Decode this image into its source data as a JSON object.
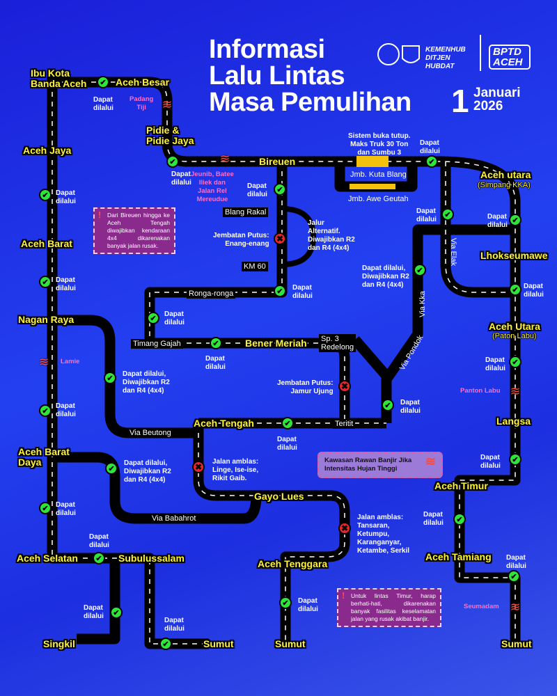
{
  "header": {
    "title_lines": [
      "Informasi",
      "Lalu Lintas",
      "Masa Pemulihan"
    ],
    "date_day": "1",
    "date_month": "Januari",
    "date_year": "2026",
    "org_lines": [
      "KEMENHUB",
      "DITJEN",
      "HUBDAT"
    ],
    "bptd_logo": "BPTD ACEH"
  },
  "places": {
    "banda_aceh": "Ibu Kota\nBanda Aceh",
    "aceh_besar": "Aceh Besar",
    "pidie": "Pidie &\nPidie Jaya",
    "bireuen": "Bireuen",
    "aceh_jaya": "Aceh Jaya",
    "aceh_barat": "Aceh Barat",
    "nagan_raya": "Nagan Raya",
    "abdya": "Aceh Barat\nDaya",
    "aceh_selatan": "Aceh Selatan",
    "subulussalam": "Subulussalam",
    "singkil": "Singkil",
    "sumut1": "Sumut",
    "sumut2": "Sumut",
    "sumut3": "Sumut",
    "aceh_utara": "Aceh utara",
    "aceh_utara_sub": "(Simpang KKA)",
    "lhokseumawe": "Lhokseumawe",
    "aceh_utara2": "Aceh Utara",
    "aceh_utara2_sub": "(Paton Labu)",
    "langsa": "Langsa",
    "aceh_timur": "Aceh Timur",
    "aceh_tamiang": "Aceh Tamiang",
    "bener_meriah": "Bener Meriah",
    "aceh_tengah": "Aceh Tengah",
    "gayo_lues": "Gayo Lues",
    "aceh_tenggara": "Aceh Tenggara"
  },
  "nodes": {
    "blang_rakal": "Blang Rakal",
    "km60": "KM 60",
    "ronga": "Ronga-ronga",
    "timang": "Timang Gajah",
    "sp3": "Sp. 3\nRedelong",
    "teritit": "Teritit",
    "via_beutong": "Via Beutong",
    "via_babahrot": "Via Babahrot",
    "via_elak": "Via Elak",
    "via_kka": "Via Kka",
    "via_pondok": "Via Pondok",
    "jmb_kuta": "Jmb. Kuta Blang",
    "jmb_awe": "Jmb. Awe Geutah"
  },
  "status": {
    "ok": "Dapat\ndilalui",
    "ok_r2r4": "Dapat dilalui,\nDiwajibkan R2\ndan R4 (4x4)",
    "buka_tutup": "Sistem buka tutup.\nMaks Truk 30 Ton\ndan Sumbu 3",
    "enang": "Jembatan Putus:\nEnang-enang",
    "jalur_alt": "Jalur\nAlternatif.\nDiwajibkan R2\ndan R4 (4x4)",
    "jamur": "Jembatan Putus:\nJamur Ujung",
    "amblas1": "Jalan amblas:\nLinge, Ise-ise,\nRikit Gaib.",
    "amblas2": "Jalan amblas:\nTansaran,\nKetumpu,\nKaranganyar,\nKetambe, Serkil"
  },
  "flood": {
    "padang_tiji": "Padang\nTiji",
    "jeunib": "Jeunib, Batee\nIliek dan\nJalan Rel\nMereudue",
    "lamie": "Lamie",
    "panton_labu": "Panton Labu",
    "seumadam": "Seumadam"
  },
  "notes": {
    "bireuen": "Dari Bireuen hingga ke Aceh Tengah diwajibkan kendaraan 4x4 dikarenakan banyak jalan rusak.",
    "timur": "Untuk lintas Timur, harap berhati-hati, dikarenakan banyak fasilitas keselamatan jalan yang rusak akibat banjir.",
    "legend": "Kawasan Rawan Banjir Jika\nIntensitas Hujan Tinggi"
  },
  "colors": {
    "place": "#fff33a",
    "ok": "#2ee63a",
    "closed": "#e8262b",
    "flood": "#ff4a3a"
  }
}
